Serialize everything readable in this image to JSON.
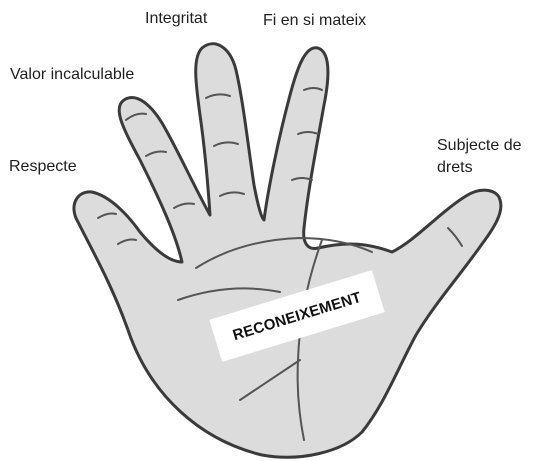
{
  "labels": {
    "integritat": "Integritat",
    "fi_en_si_mateix": "Fi en si mateix",
    "valor_incalculable": "Valor incalculable",
    "respecte": "Respecte",
    "subjecte_de_drets": "Subjecte de drets"
  },
  "palm": {
    "text": "RECONEIXEMENT"
  },
  "colors": {
    "hand_fill": "#dcdcdc",
    "hand_outline": "#3a3a3a",
    "crease": "#555555",
    "label_band": "#ffffff"
  }
}
